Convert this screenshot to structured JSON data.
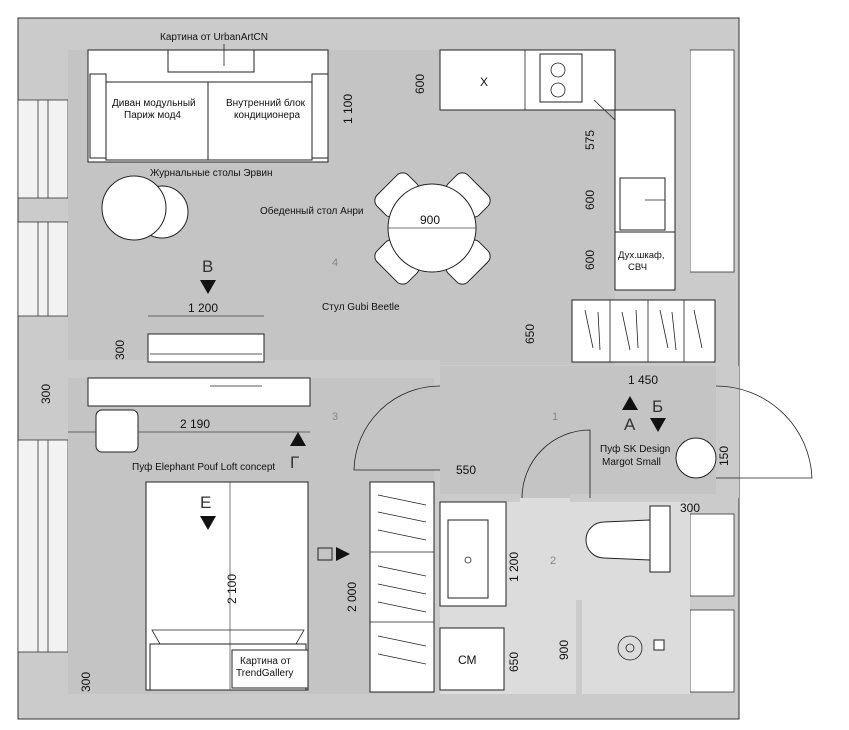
{
  "labels": {
    "painting_top": "Картина от UrbanArtCN",
    "sofa_line1": "Диван модульный",
    "sofa_line2": "Париж мод4",
    "ac_line1": "Внутренний блок",
    "ac_line2": "кондиционера",
    "coffee_tables": "Журнальные столы Эрвин",
    "dining_table": "Обеденный стол Анри",
    "chair": "Стул Gubi Beetle",
    "oven_line1": "Дух.шкаф,",
    "oven_line2": "СВЧ",
    "pouf_right_line1": "Пуф SK Design",
    "pouf_right_line2": "Margot Small",
    "pouf_left": "Пуф Elephant Pouf Loft concept",
    "painting_bottom_line1": "Картина от",
    "painting_bottom_line2": "TrendGallery",
    "washer": "СМ",
    "hob_x": "Х"
  },
  "dimensions": {
    "d600_top": "600",
    "d1100": "1 100",
    "d575": "575",
    "d600_a": "600",
    "d600_b": "600",
    "d900_table": "900",
    "d1200_tv": "1 200",
    "d300_tv": "300",
    "d650_fridge": "650",
    "d1450": "1 450",
    "d300_shelf": "300",
    "d2190": "2 190",
    "d550": "550",
    "d150": "150",
    "d300_bath": "300",
    "d1200_bath": "1 200",
    "d2100": "2 100",
    "d2000": "2 000",
    "d650_bath": "650",
    "d900_bath": "900",
    "d300_bottom": "300"
  },
  "rooms": {
    "r1": "1",
    "r2": "2",
    "r3": "3",
    "r4": "4"
  },
  "view_marks": {
    "a": "А",
    "b": "Б",
    "v": "В",
    "g": "Г",
    "e": "Е"
  },
  "colors": {
    "wall": "#cbcbcb",
    "floor": "#c4c4c4",
    "floor_light": "#dcdcdc",
    "furniture": "#ffffff",
    "line": "#222222"
  }
}
